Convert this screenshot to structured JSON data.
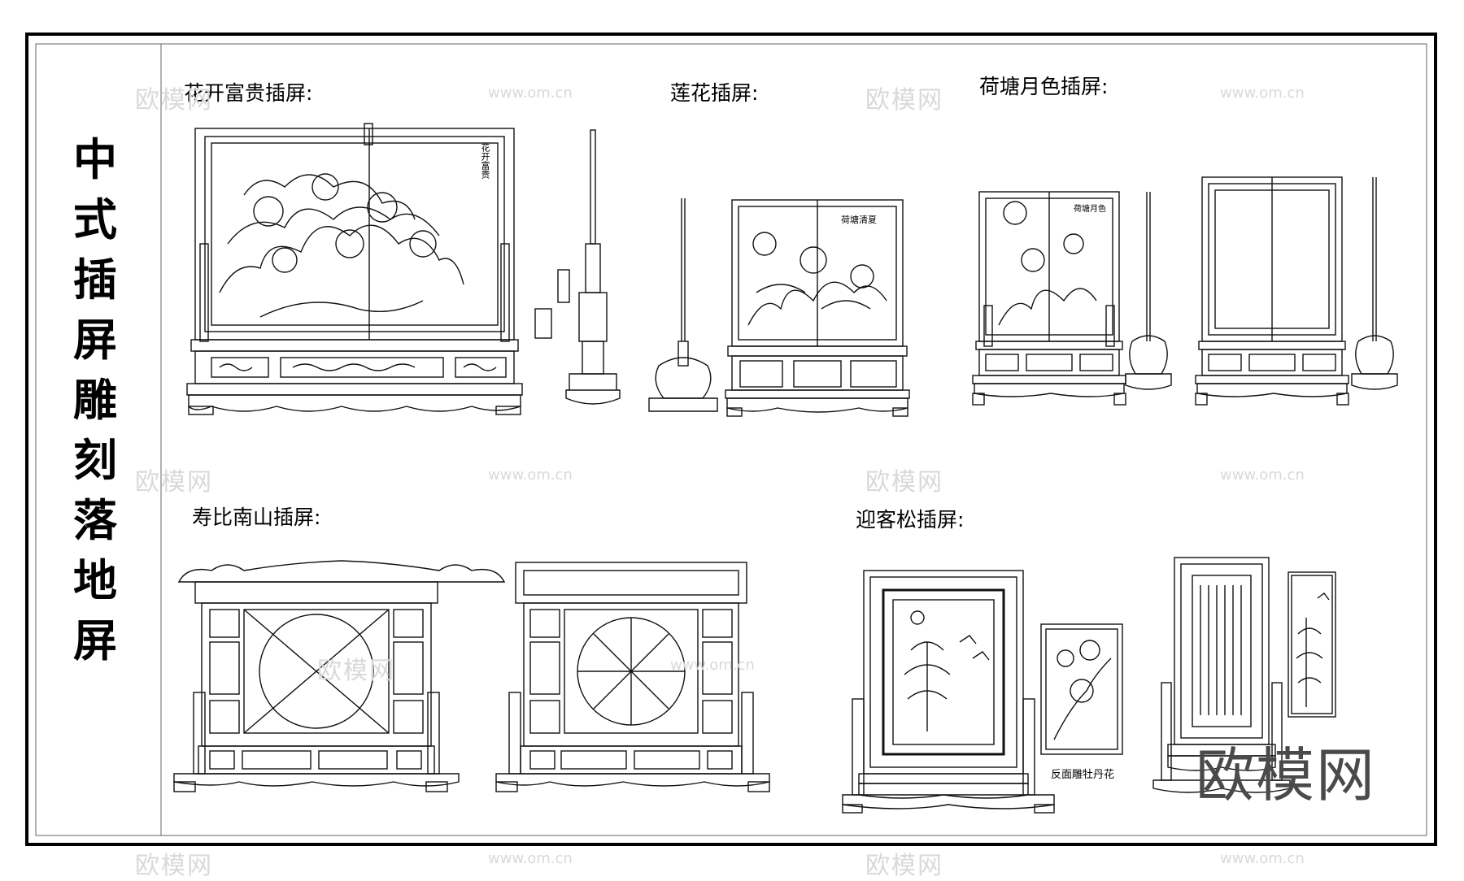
{
  "title": "中式插屏雕刻落地屏",
  "sections": [
    {
      "id": "huakai",
      "label": "花开富贵插屏:"
    },
    {
      "id": "lianhua",
      "label": "莲花插屏:"
    },
    {
      "id": "hetang",
      "label": "荷塘月色插屏:"
    },
    {
      "id": "shoubi",
      "label": "寿比南山插屏:"
    },
    {
      "id": "yingke",
      "label": "迎客松插屏:"
    }
  ],
  "notes": {
    "reverse_carving": "反面雕牡丹花",
    "huakai_inscription": "花开富贵",
    "lianhua_inscription": "荷塘清夏",
    "hetang_inscription": "荷塘月色"
  },
  "watermarks": {
    "brand_cn": "欧模网",
    "brand_url": "www.om.cn",
    "big_logo": "欧模网"
  },
  "colors": {
    "line": "#111111",
    "frame": "#000000",
    "watermark": "#d9d9d9"
  }
}
